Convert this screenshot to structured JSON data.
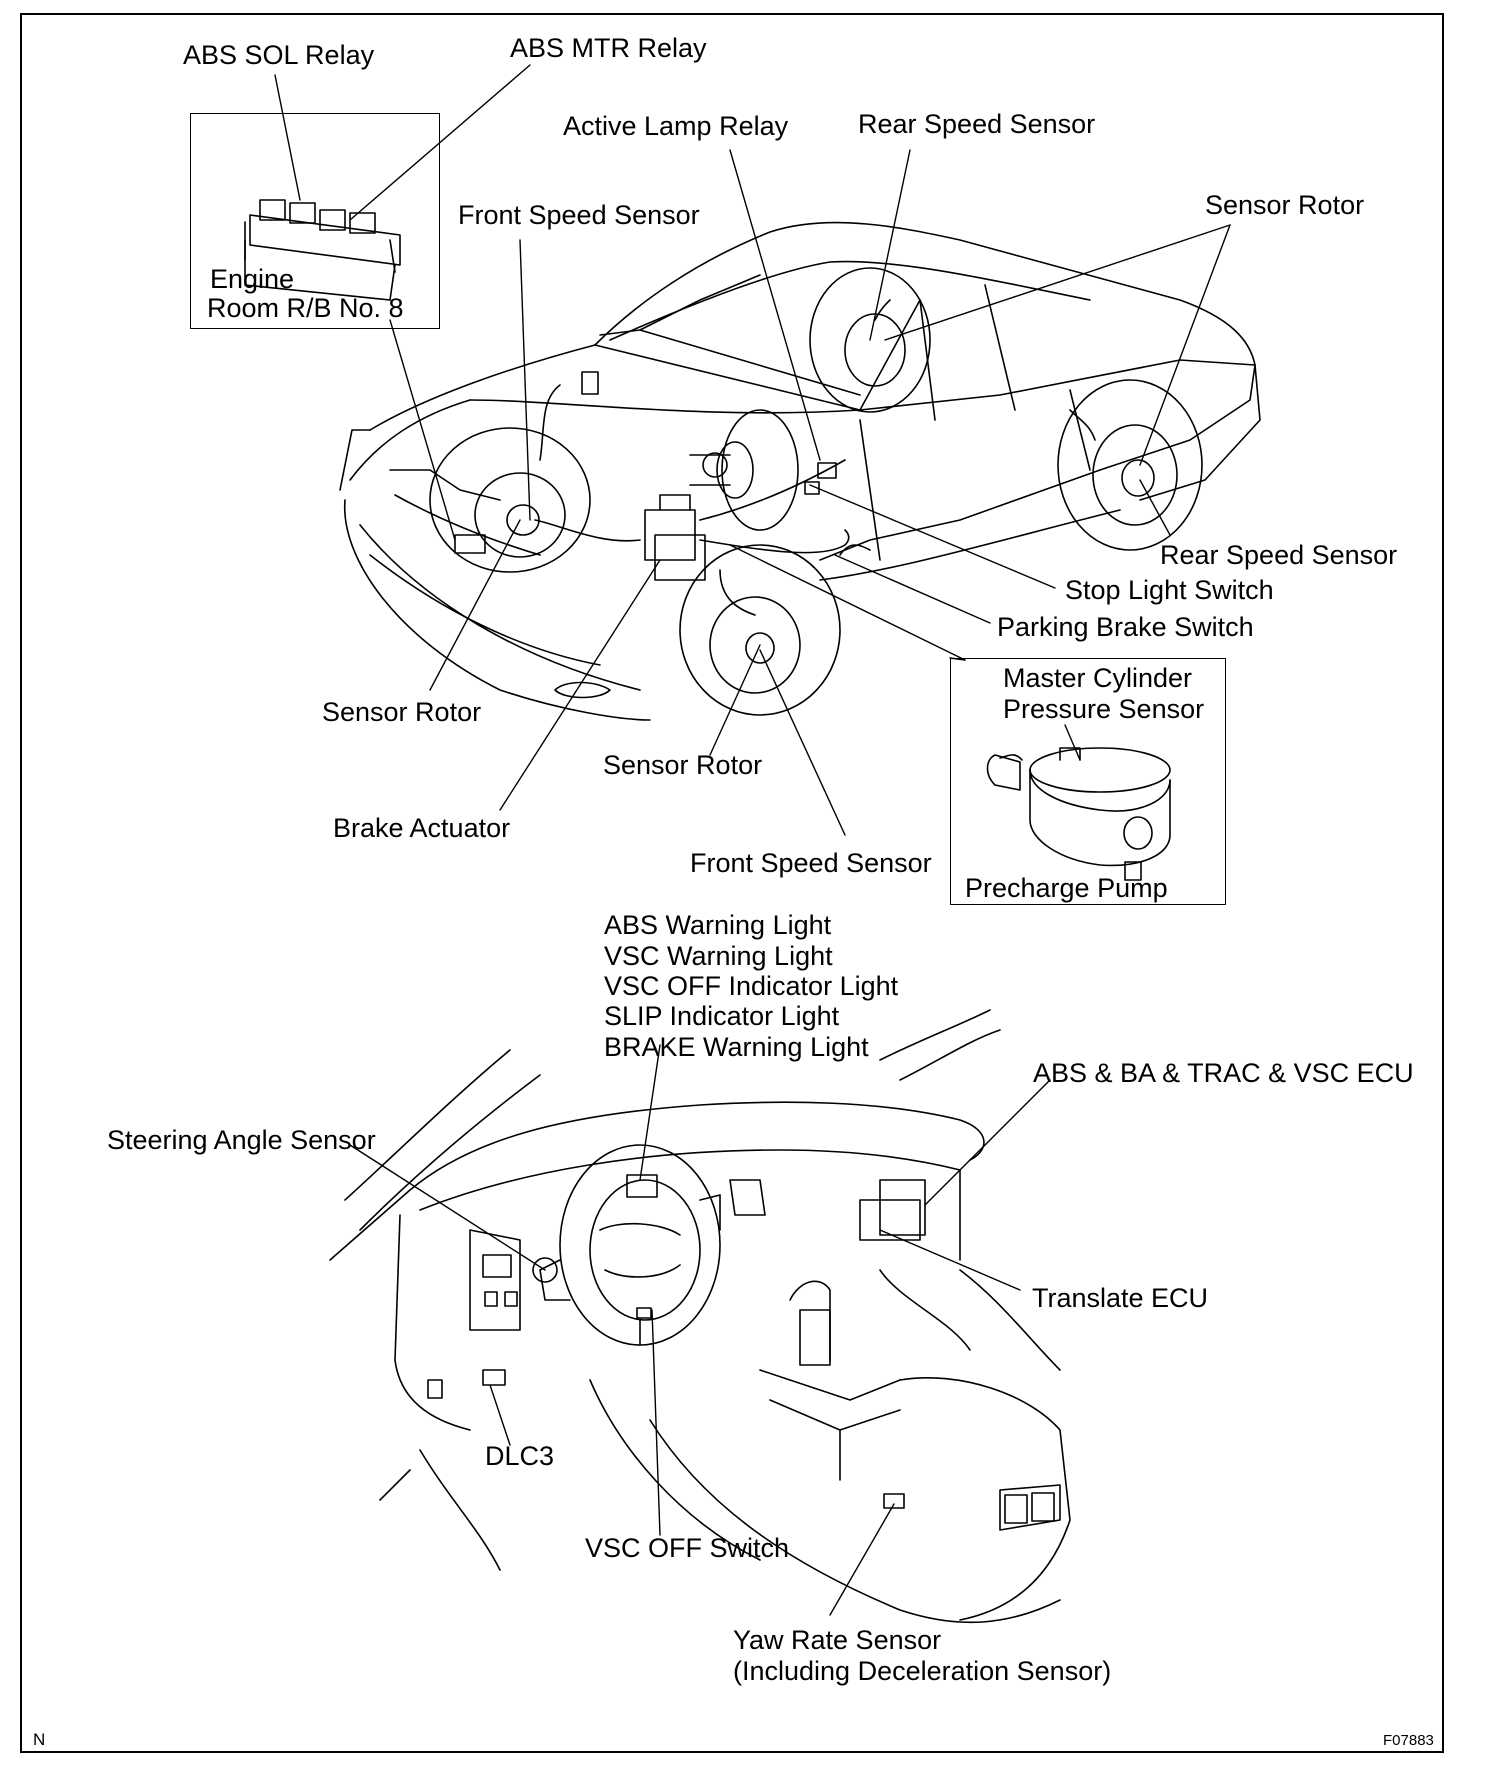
{
  "labels": {
    "abs_sol_relay": "ABS SOL Relay",
    "abs_mtr_relay": "ABS MTR Relay",
    "active_lamp_relay": "Active Lamp Relay",
    "rear_speed_sensor_top": "Rear Speed Sensor",
    "sensor_rotor_rear": "Sensor Rotor",
    "front_speed_sensor_top": "Front Speed Sensor",
    "engine_room_line1": "Engine",
    "engine_room_line2": "Room R/B No. 8",
    "rear_speed_sensor_right": "Rear Speed Sensor",
    "stop_light_switch": "Stop Light Switch",
    "parking_brake_switch": "Parking Brake Switch",
    "master_cylinder_line1": "Master Cylinder",
    "master_cylinder_line2": "Pressure Sensor",
    "precharge_pump": "Precharge Pump",
    "sensor_rotor_front_left": "Sensor Rotor",
    "sensor_rotor_front": "Sensor Rotor",
    "brake_actuator": "Brake Actuator",
    "front_speed_sensor_bottom": "Front Speed Sensor",
    "warning_lights": [
      "ABS Warning Light",
      "VSC Warning Light",
      "VSC OFF Indicator Light",
      "SLIP Indicator Light",
      "BRAKE Warning Light"
    ],
    "ecu": "ABS & BA & TRAC & VSC ECU",
    "steering_angle_sensor": "Steering Angle Sensor",
    "translate_ecu": "Translate ECU",
    "dlc3": "DLC3",
    "vsc_off_switch": "VSC OFF Switch",
    "yaw_rate_line1": "Yaw Rate Sensor",
    "yaw_rate_line2": "(Including Deceleration Sensor)"
  },
  "corner_left": "N",
  "figure_id": "F07883"
}
